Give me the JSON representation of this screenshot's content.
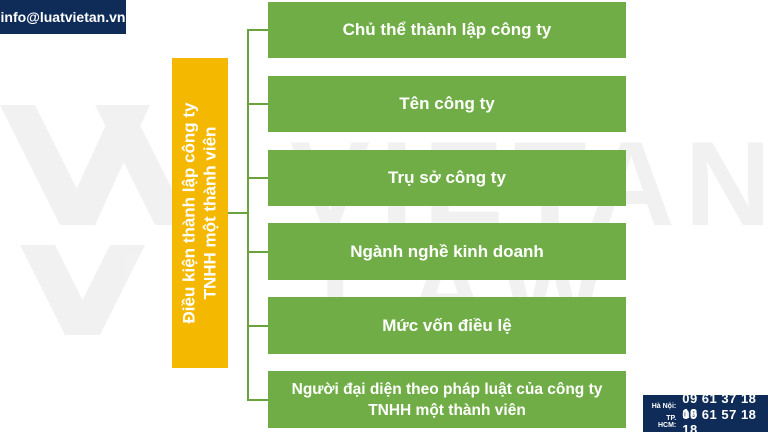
{
  "header": {
    "email": "info@luatvietan.vn"
  },
  "diagram": {
    "root_lines": [
      "Điều kiện thành lập công ty",
      "TNHH một thành viên"
    ],
    "branches": [
      {
        "label": "Chủ thể thành lập công ty"
      },
      {
        "label": "Tên công ty"
      },
      {
        "label": "Trụ sở công ty"
      },
      {
        "label": "Ngành nghề kinh doanh"
      },
      {
        "label": "Mức vốn điều lệ"
      },
      {
        "label_lines": [
          "Người đại diện theo pháp luật của công ty",
          "TNHH một thành viên"
        ]
      }
    ]
  },
  "hotline": {
    "hanoi_label": "Hà Nội:",
    "hanoi_phone": "09 61 37 18 18",
    "hcm_label": "TP. HCM:",
    "hcm_phone": "09 61 57 18 18"
  },
  "watermark": {
    "brand_top": "VIETAN",
    "brand_bottom": "LAW"
  },
  "colors": {
    "navy": "#0f2c58",
    "root_yellow": "#f5b800",
    "branch_green": "#70ad47"
  }
}
